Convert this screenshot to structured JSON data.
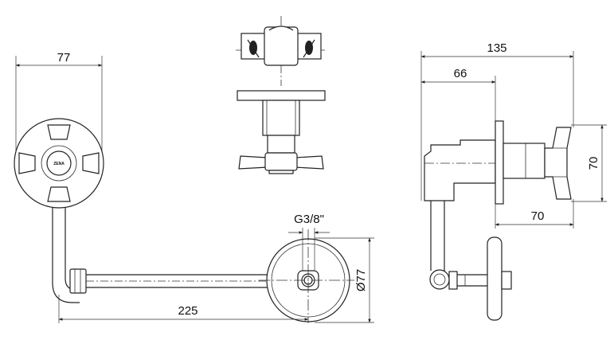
{
  "dimensions": {
    "front_width": "77",
    "pipe_length": "225",
    "thread": "G3/8\"",
    "flange_diameter": "Ø77",
    "side_overall": "135",
    "side_depth": "66",
    "side_handle_height": "70",
    "side_handle_offset": "70"
  },
  "logo": {
    "text": "ZENA"
  }
}
